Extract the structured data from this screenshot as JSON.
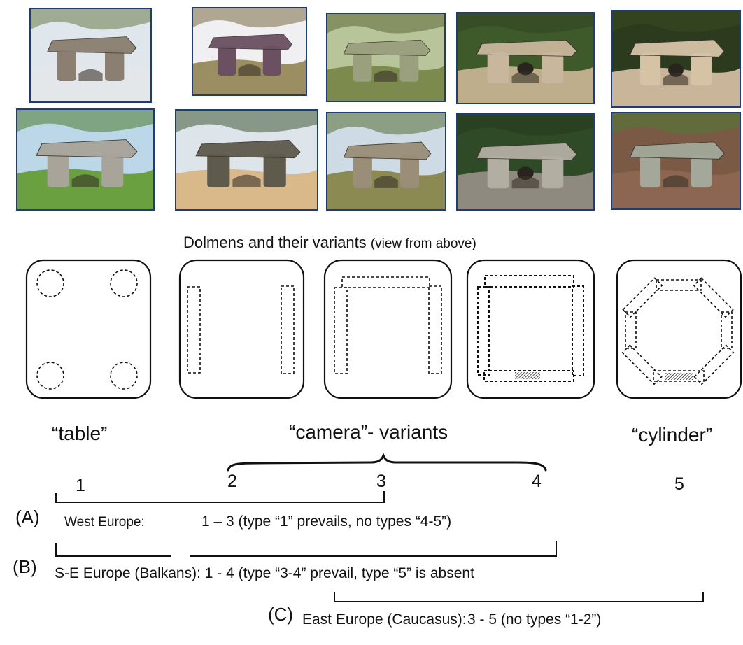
{
  "title": {
    "main": "Dolmens and their variants",
    "sub": "(view from above)"
  },
  "photos": [
    {
      "id": "photo-1",
      "sky": "#dfe6ec",
      "ground": "#e4e7ea",
      "stone": "#8a7f70",
      "accent": "#6c7a4a"
    },
    {
      "id": "photo-2",
      "sky": "#f0f0f2",
      "ground": "#9b8e62",
      "stone": "#6b5062",
      "accent": "#7a6b44"
    },
    {
      "id": "photo-3",
      "sky": "#b8c49a",
      "ground": "#7c8a4e",
      "stone": "#9aa07e",
      "accent": "#5e6a38"
    },
    {
      "id": "photo-4",
      "sky": "#3f5a2a",
      "ground": "#bfae8c",
      "stone": "#c8b79c",
      "accent": "#2f4422"
    },
    {
      "id": "photo-5",
      "sky": "#2c3a1e",
      "ground": "#c9b59a",
      "stone": "#d6c3a6",
      "accent": "#3b4a22"
    },
    {
      "id": "photo-6",
      "sky": "#bcd8e8",
      "ground": "#6aa040",
      "stone": "#a9a49a",
      "accent": "#4d7a2c"
    },
    {
      "id": "photo-7",
      "sky": "#dde4ea",
      "ground": "#d9b98a",
      "stone": "#5e5a4c",
      "accent": "#3f5a36"
    },
    {
      "id": "photo-8",
      "sky": "#cfdbe4",
      "ground": "#8a8a52",
      "stone": "#9a8e78",
      "accent": "#556b34"
    },
    {
      "id": "photo-9",
      "sky": "#2f4a26",
      "ground": "#8f8a80",
      "stone": "#b3aea2",
      "accent": "#243a1c"
    },
    {
      "id": "photo-10",
      "sky": "#7a5a44",
      "ground": "#8c6650",
      "stone": "#a3a89a",
      "accent": "#4f7a34"
    }
  ],
  "types": {
    "table": "“table”",
    "camera": "“camera”- variants",
    "cylinder": "“cylinder”"
  },
  "numbers": [
    "1",
    "2",
    "3",
    "4",
    "5"
  ],
  "regions": {
    "a_letter": "(A)",
    "a_label": "West Europe:",
    "a_range": "1 – 3 (type “1” prevails, no types “4-5”)",
    "b_letter": "(B)",
    "b_text": "S-E Europe (Balkans): 1 - 4 (type “3-4” prevail, type “5” is absent",
    "c_letter": "(C)",
    "c_label": "East Europe (Caucasus):",
    "c_range": "3 - 5 (no types “1-2”)"
  }
}
